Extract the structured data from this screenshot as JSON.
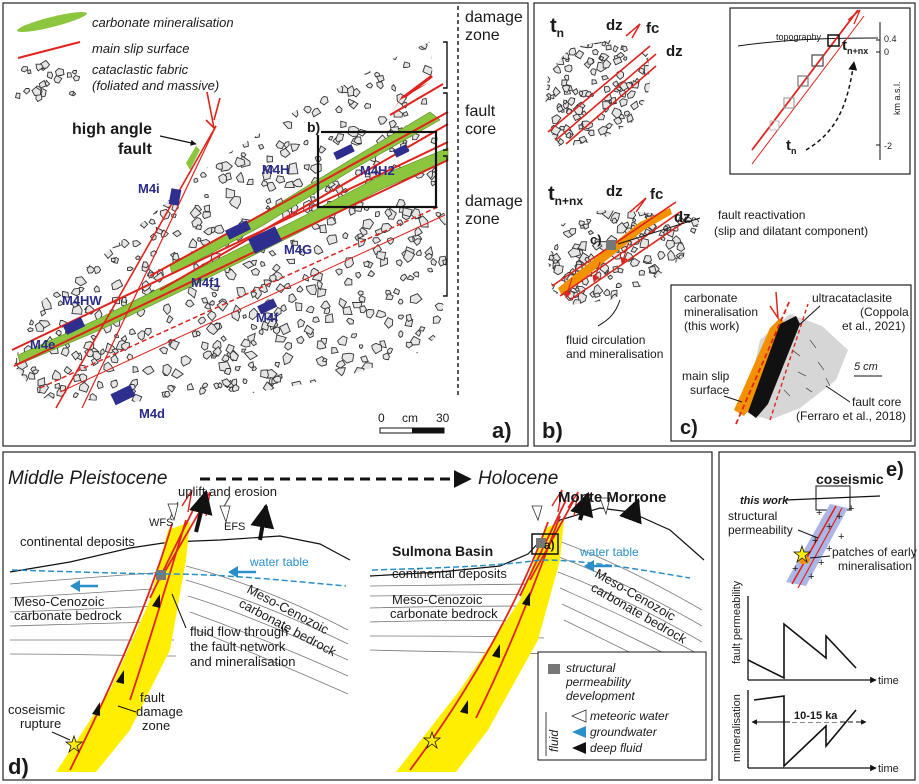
{
  "figure": {
    "panel_a": {
      "legend": {
        "carbonate": "carbonate mineralisation",
        "slip": "main slip surface",
        "cataclastic_1": "cataclastic fabric",
        "cataclastic_2": "(foliated and massive)"
      },
      "zones": {
        "damage": "damage",
        "zone": "zone",
        "fault": "fault",
        "core": "core"
      },
      "high_angle_1": "high angle",
      "high_angle_2": "fault",
      "samples": [
        "M4i",
        "M4H",
        "M4H2",
        "M4G",
        "M4f1",
        "M4f",
        "M4HW",
        "M4e",
        "M4d"
      ],
      "inset_label": "b)",
      "scale": {
        "zero": "0",
        "cm": "cm",
        "thirty": "30"
      },
      "panel_label": "a)"
    },
    "panel_b": {
      "t": "t",
      "sub_n": "n",
      "sub_nx": "n+nx",
      "dz": "dz",
      "fc": "fc",
      "reactivation_1": "fault reactivation",
      "reactivation_2": "(slip and dilatant component)",
      "fluid_1": "fluid circulation",
      "fluid_2": "and mineralisation",
      "c_label": "c)",
      "panel_label": "b)",
      "inset": {
        "topography": "topography",
        "axis_label": "km a.s.l.",
        "ticks": [
          "0.4",
          "0",
          "-2"
        ]
      }
    },
    "panel_c": {
      "carb_1": "carbonate",
      "carb_2": "mineralisation",
      "carb_3": "(this work)",
      "ultra_1": "ultracataclasite",
      "ultra_2": "(Coppola",
      "ultra_3": "et al., 2021)",
      "scale": "5 cm",
      "slip_1": "main slip",
      "slip_2": "surface",
      "core_1": "fault core",
      "core_2": "(Ferraro et al., 2018)",
      "panel_label": "c)"
    },
    "panel_d": {
      "middle": "Middle Pleistocene",
      "holocene": "Holocene",
      "uplift": "uplift and erosion",
      "wfs": "WFS",
      "efs": "EFS",
      "continental": "continental deposits",
      "continental2": "continental deposits",
      "water": "water table",
      "water2": "water table",
      "meso1_1": "Meso-Cenozoic",
      "meso1_2": "carbonate bedrock",
      "meso2_1": "Meso-Cenozoic",
      "meso2_2": "carbonate bedrock",
      "meso3_1": "Meso-Cenozoic",
      "meso3_2": "carbonate bedrock",
      "meso4_1": "Meso-Cenozoic",
      "meso4_2": "carbonate bedrock",
      "flow_1": "fluid flow through",
      "flow_2": "the fault network",
      "flow_3": "and mineralisation",
      "coseismic_1": "coseismic",
      "coseismic_2": "rupture",
      "damage_1": "fault",
      "damage_2": "damage",
      "damage_3": "zone",
      "monte": "Monte Morrone",
      "sulmona": "Sulmona Basin",
      "a_label": "a)",
      "legend": {
        "perm_1": "structural",
        "perm_2": "permeability",
        "perm_3": "development",
        "fluid": "fluid",
        "meteoric": "meteoric water",
        "ground": "groundwater",
        "deep": "deep fluid"
      },
      "panel_label": "d)"
    },
    "panel_e": {
      "coseismic": "coseismic",
      "this_work": "this work",
      "struct_1": "structural",
      "struct_2": "permeability",
      "patch_1": "patches of early",
      "patch_2": "mineralisation",
      "ylabel_top": "fault permeability",
      "ylabel_bottom": "mineralisation",
      "time": "time",
      "time2": "time",
      "duration": "10-15 ka",
      "panel_label": "e)"
    },
    "colors": {
      "carbonate": "#8cc63f",
      "slip": "#e0231c",
      "fault_zone": "#ffee00",
      "sample": "#2e2e8f",
      "water": "#2a8fc8",
      "orange": "#f39200"
    }
  }
}
